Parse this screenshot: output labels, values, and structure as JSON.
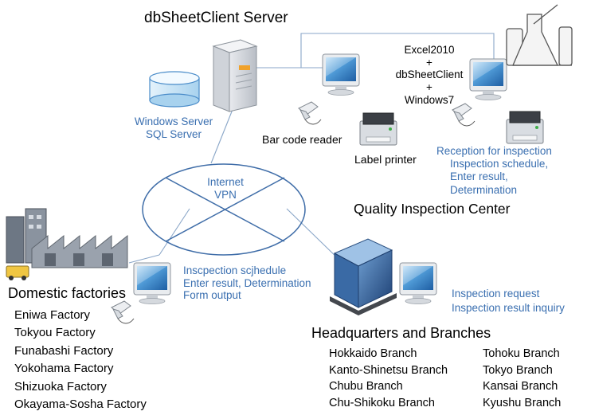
{
  "server_title": "dbSheetClient Server",
  "server_db": [
    "Windows Server",
    "SQL Server"
  ],
  "network": [
    "Internet",
    "VPN"
  ],
  "workstation_stack": [
    "Excel2010",
    "+",
    "dbSheetClient",
    "+",
    "Windows7"
  ],
  "barcode_reader_label": "Bar code reader",
  "label_printer_label": "Label printer",
  "qic_tasks": [
    "Reception for inspection",
    "Inspection schedule,",
    "Enter result,",
    "Determination"
  ],
  "qic_title": "Quality Inspection Center",
  "factory_tasks": [
    "Inscpection scjhedule",
    "Enter result, Determination",
    "Form output"
  ],
  "domestic_title": "Domestic factories",
  "factories": [
    "Eniwa Factory",
    "Tokyou Factory",
    "Funabashi Factory",
    "Yokohama Factory",
    "Shizuoka Factory",
    "Okayama-Sosha Factory"
  ],
  "hq_tasks": [
    "Inspection request",
    "Inspection result inquiry"
  ],
  "hq_title": "Headquarters and Branches",
  "branches_left": [
    "Hokkaido Branch",
    "Kanto-Shinetsu Branch",
    "Chubu Branch",
    "Chu-Shikoku Branch"
  ],
  "branches_right": [
    "Tohoku Branch",
    "Tokyo Branch",
    "Kansai Branch",
    "Kyushu Branch"
  ],
  "colors": {
    "link_line": "#8aa6c8",
    "blue_text": "#3a6fb0",
    "monitor_screen": "#3f86c9"
  }
}
